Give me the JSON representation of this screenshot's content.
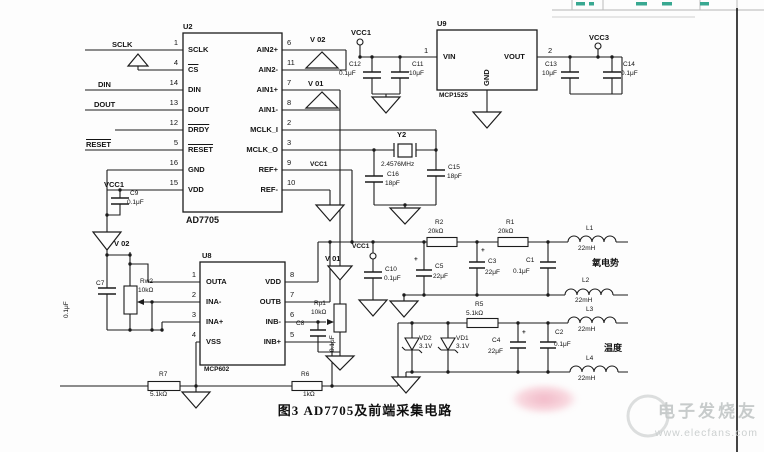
{
  "caption": "图3  AD7705及前端采集电路",
  "watermark": {
    "brand": "电子发烧友",
    "url": "www.elecfans.com"
  },
  "nets": {
    "vcc1": "VCC1",
    "vcc3": "VCC3",
    "v01": "V 01",
    "v02": "V 02"
  },
  "signals": {
    "sclk": "SCLK",
    "din": "DIN",
    "dout": "DOUT",
    "reset": "RESET"
  },
  "outputs": {
    "oxygen": "氧电势",
    "temperature": "温度"
  },
  "plus": "+",
  "u2": {
    "ref": "U2",
    "part": "AD7705",
    "left": [
      {
        "n": "1",
        "name": "SCLK"
      },
      {
        "n": "4",
        "name": "CS"
      },
      {
        "n": "14",
        "name": "DIN"
      },
      {
        "n": "13",
        "name": "DOUT"
      },
      {
        "n": "12",
        "name": "DRDY"
      },
      {
        "n": "5",
        "name": "RESET"
      },
      {
        "n": "16",
        "name": "GND"
      },
      {
        "n": "15",
        "name": "VDD"
      }
    ],
    "right": [
      {
        "n": "6",
        "name": "AIN2+"
      },
      {
        "n": "11",
        "name": "AIN2-"
      },
      {
        "n": "7",
        "name": "AIN1+"
      },
      {
        "n": "8",
        "name": "AIN1-"
      },
      {
        "n": "2",
        "name": "MCLK_I"
      },
      {
        "n": "3",
        "name": "MCLK_O"
      },
      {
        "n": "9",
        "name": "REF+"
      },
      {
        "n": "10",
        "name": "REF-"
      }
    ]
  },
  "u9": {
    "ref": "U9",
    "part": "MCP1525",
    "pins": {
      "vin": "VIN",
      "gnd": "GND",
      "vout": "VOUT"
    },
    "nums": {
      "in": "1",
      "out": "2"
    }
  },
  "u8": {
    "ref": "U8",
    "part": "MCP602",
    "left": [
      {
        "n": "1",
        "name": "OUTA"
      },
      {
        "n": "2",
        "name": "INA-"
      },
      {
        "n": "3",
        "name": "INA+"
      },
      {
        "n": "4",
        "name": "VSS"
      }
    ],
    "right": [
      {
        "n": "8",
        "name": "VDD"
      },
      {
        "n": "7",
        "name": "OUTB"
      },
      {
        "n": "6",
        "name": "INB-"
      },
      {
        "n": "5",
        "name": "INB+"
      }
    ]
  },
  "xtal": {
    "ref": "Y2",
    "value": "2.4576MHz"
  },
  "caps": {
    "c1": {
      "ref": "C1",
      "value": "0.1μF"
    },
    "c2": {
      "ref": "C2",
      "value": "0.1μF"
    },
    "c3": {
      "ref": "C3",
      "value": "22μF"
    },
    "c4": {
      "ref": "C4",
      "value": "22μF"
    },
    "c5": {
      "ref": "C5",
      "value": "22μF"
    },
    "c7": {
      "ref": "C7",
      "value": "0.1μF"
    },
    "c8": {
      "ref": "C8",
      "value": "0.1μF"
    },
    "c9": {
      "ref": "C9",
      "value": "0.1μF"
    },
    "c10": {
      "ref": "C10",
      "value": "0.1μF"
    },
    "c11": {
      "ref": "C11",
      "value": "10μF"
    },
    "c12": {
      "ref": "C12",
      "value": "0.1μF"
    },
    "c13": {
      "ref": "C13",
      "value": "10μF"
    },
    "c14": {
      "ref": "C14",
      "value": "0.1μF"
    },
    "c15": {
      "ref": "C15",
      "value": "18pF"
    },
    "c16": {
      "ref": "C16",
      "value": "18pF"
    }
  },
  "res": {
    "r1": {
      "ref": "R1",
      "value": "20kΩ"
    },
    "r2": {
      "ref": "R2",
      "value": "20kΩ"
    },
    "r5": {
      "ref": "R5",
      "value": "5.1kΩ"
    },
    "r6": {
      "ref": "R6",
      "value": "1kΩ"
    },
    "r7": {
      "ref": "R7",
      "value": "5.1kΩ"
    }
  },
  "pots": {
    "rw2": {
      "ref": "Rw2",
      "value": "10kΩ"
    },
    "rp1": {
      "ref": "Rp1",
      "value": "10kΩ"
    }
  },
  "inds": {
    "l1": {
      "ref": "L1",
      "value": "22mH"
    },
    "l2": {
      "ref": "L2",
      "value": "22mH"
    },
    "l3": {
      "ref": "L3",
      "value": "22mH"
    },
    "l4": {
      "ref": "L4",
      "value": "22mH"
    }
  },
  "zeners": {
    "vd1": {
      "ref": "VD1",
      "value": "3.1V"
    },
    "vd2": {
      "ref": "VD2",
      "value": "3.1V"
    }
  }
}
